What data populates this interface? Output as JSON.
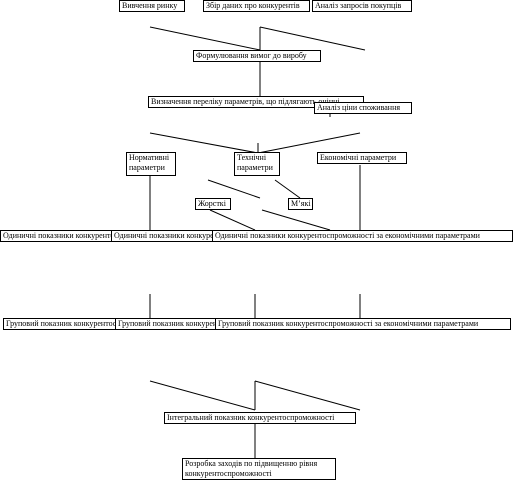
{
  "boxes": {
    "market_study": "Вивчення ринку",
    "competitor_data": "Збір даних про конкурентів",
    "buyer_needs": "Аналіз запросів покупців",
    "product_requirements": "Формулювання вимог до виробу",
    "parameter_list": "Визначення переліку параметрів, що підлягають оцінці",
    "consumption_price": "Аналіз ціни споживання",
    "normative_params": "Нормативні параметри",
    "technical_params": "Технічні параметри",
    "economic_params": "Економічні параметри",
    "rigid": "Жорсткі",
    "soft": "М’які",
    "single_index_1": "Одиничні показники конкурентоспроможності",
    "single_index_2": "Одиничні показники конкурентоспроможності",
    "single_index_3": "Одиничні показники конкурентоспроможності за економічними параметрами",
    "group_index_1": "Груповий показник конкурентоспроможності",
    "group_index_2": "Груповий показник конкурентоспроможності",
    "group_index_3": "Груповий показник конкурентоспроможності за економічними параметрами",
    "integral_index": "Інтегральний показник конкурентоспроможності",
    "improvement_measures": "Розробка заходів по підвищенню рівня конкурентоспроможності"
  }
}
